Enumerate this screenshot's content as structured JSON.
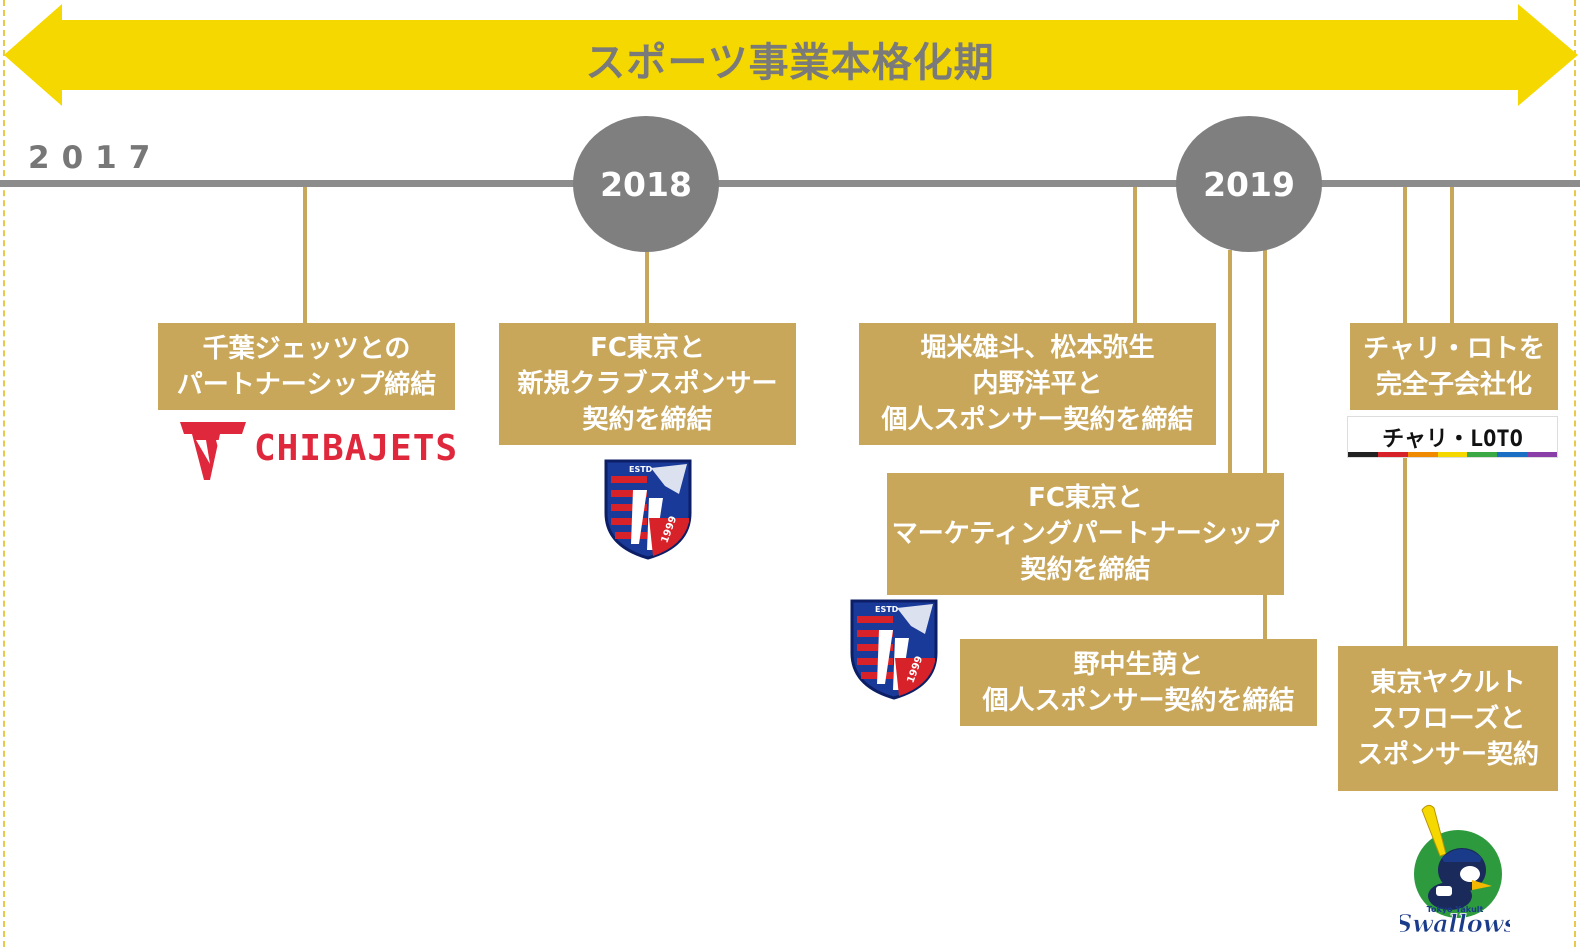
{
  "banner": {
    "title": "スポーツ事業本格化期",
    "color": "#f5d800"
  },
  "timeline": {
    "start_year": "2017",
    "years": [
      {
        "label": "2018"
      },
      {
        "label": "2019"
      }
    ]
  },
  "events": [
    {
      "lines": [
        "千葉ジェッツとの",
        "パートナーシップ締結"
      ]
    },
    {
      "lines": [
        "FC東京と",
        "新規クラブスポンサー",
        "契約を締結"
      ]
    },
    {
      "lines": [
        "堀米雄斗、松本弥生",
        "内野洋平と",
        "個人スポンサー契約を締結"
      ]
    },
    {
      "lines": [
        "FC東京と",
        "マーケティングパートナーシップ",
        "契約を締結"
      ]
    },
    {
      "lines": [
        "野中生萌と",
        "個人スポンサー契約を締結"
      ]
    },
    {
      "lines": [
        "チャリ・ロトを",
        "完全子会社化"
      ]
    },
    {
      "lines": [
        "東京ヤクルト",
        "スワローズと",
        "スポンサー契約"
      ]
    }
  ],
  "logos": {
    "chibajets": "CHIBAJETS",
    "fctokyo_estd": "ESTD",
    "fctokyo_year": "1999",
    "chariloto": "チャリ・LOTO",
    "swallows_top": "Tokyo Yakult",
    "swallows_main": "Swallows"
  },
  "colors": {
    "box": "#c9a75a",
    "axis": "#8c8c8c",
    "circle": "#7f7f7f",
    "chibajets_red": "#e0283c",
    "fc_blue": "#1a3a9a",
    "fc_red": "#d8222a"
  }
}
